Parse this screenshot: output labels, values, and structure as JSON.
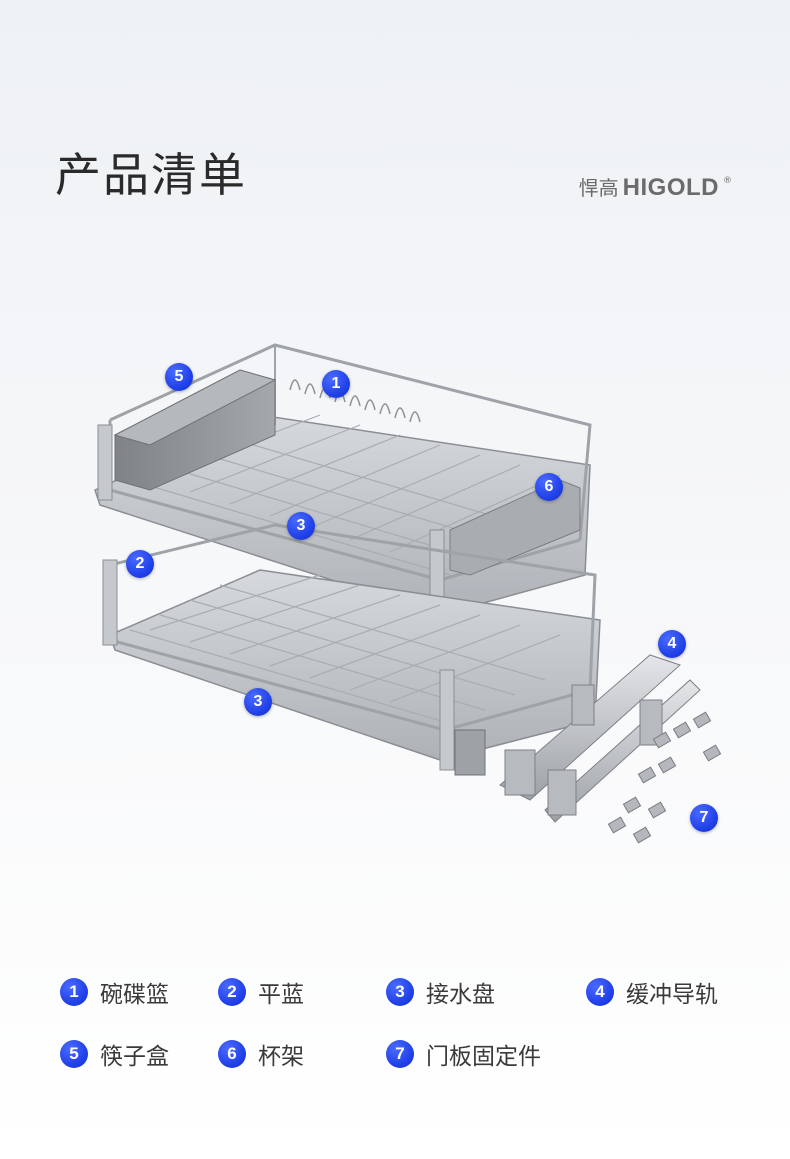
{
  "header": {
    "title": "产品清单",
    "brand_cn": "悍高",
    "brand_en": "HIGOLD",
    "brand_reg": "®"
  },
  "callouts": [
    "1",
    "5",
    "6",
    "3",
    "2",
    "3",
    "4",
    "7"
  ],
  "legend": [
    {
      "num": "1",
      "label": "碗碟篮"
    },
    {
      "num": "2",
      "label": "平蓝"
    },
    {
      "num": "3",
      "label": "接水盘"
    },
    {
      "num": "4",
      "label": "缓冲导轨"
    },
    {
      "num": "5",
      "label": "筷子盒"
    },
    {
      "num": "6",
      "label": "杯架"
    },
    {
      "num": "7",
      "label": "门板固定件"
    }
  ],
  "colors": {
    "badge": "#1f3fe8",
    "steel": "#b9bdc3",
    "tray": "#c9ccd0",
    "box": "#8e9296"
  }
}
